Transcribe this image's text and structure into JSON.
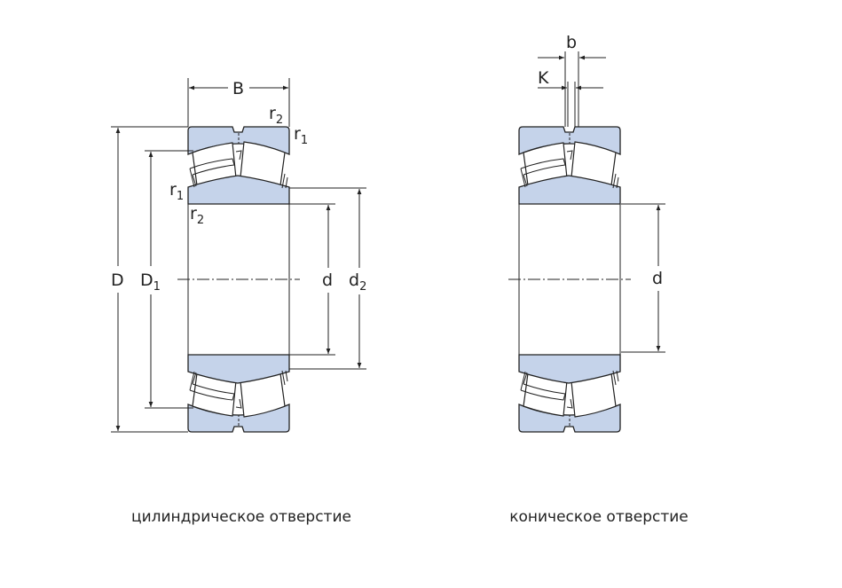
{
  "labels": {
    "B": "B",
    "r2_top": "r",
    "r2_top_sub": "2",
    "r1_top": "r",
    "r1_top_sub": "1",
    "r1_left": "r",
    "r1_left_sub": "1",
    "r2_left": "r",
    "r2_left_sub": "2",
    "D": "D",
    "D1": "D",
    "D1_sub": "1",
    "d": "d",
    "d2": "d",
    "d2_sub": "2",
    "b": "b",
    "K": "K",
    "d_right": "d"
  },
  "captions": {
    "left": "цилиндрическое отверстие",
    "right": "коническое отверстие"
  },
  "colors": {
    "ring_fill": "#c5d3ea",
    "line": "#222222"
  }
}
